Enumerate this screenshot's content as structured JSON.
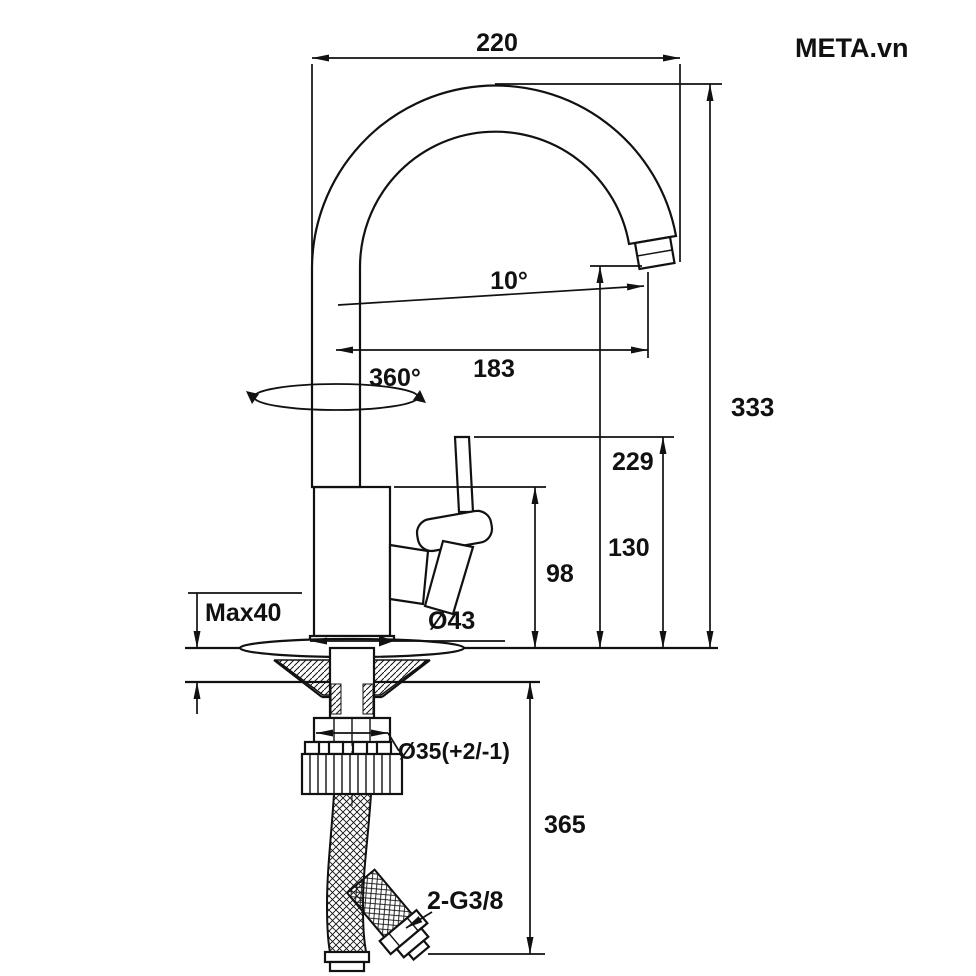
{
  "watermark": {
    "text": "META.vn",
    "color": "#e8272c"
  },
  "drawing": {
    "dimensions": {
      "top_width": "220",
      "spout_angle": "10°",
      "spout_reach": "183",
      "swivel": "360°",
      "total_height": "333",
      "spout_height": "229",
      "handle_height": "130",
      "body_height": "98",
      "max_deck_thickness": "Max40",
      "base_diameter": "Ø43",
      "hole_diameter": "Ø35(+2/-1)",
      "under_counter_length": "365",
      "connection_thread": "2-G3/8"
    }
  }
}
